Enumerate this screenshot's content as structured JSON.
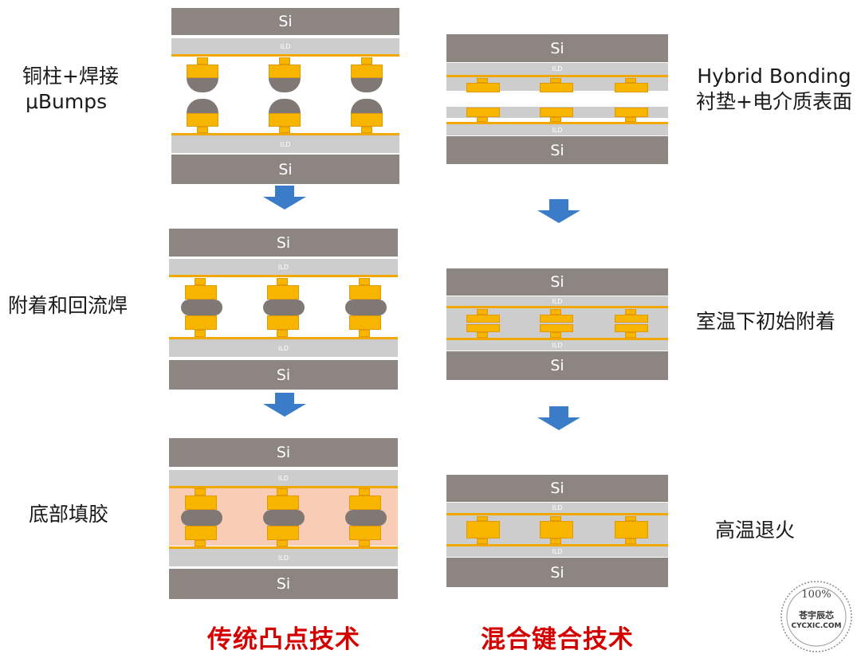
{
  "labels": {
    "left_step1_line1": "铜柱+焊接",
    "left_step1_line2": "μBumps",
    "left_step2": "附着和回流焊",
    "left_step3": "底部填胶",
    "right_step1_line1": "Hybrid Bonding",
    "right_step1_line2": "衬垫+电介质表面",
    "right_step2": "室温下初始附着",
    "right_step3": "高温退火"
  },
  "layers": {
    "si": "Si",
    "ild": "ILD"
  },
  "footer": {
    "left_title": "传统凸点技术",
    "right_title": "混合键合技术"
  },
  "watermark": {
    "percent": "100%",
    "name": "苍宇辰芯",
    "url": "CYCXIC.COM"
  },
  "colors": {
    "silicon": "#8c8582",
    "ild": "#cdcdcd",
    "copper": "#f7b500",
    "solder": "#7f7875",
    "underfill": "#f9cdb5",
    "arrow": "#3a7cc8",
    "title_red": "#d40000"
  }
}
